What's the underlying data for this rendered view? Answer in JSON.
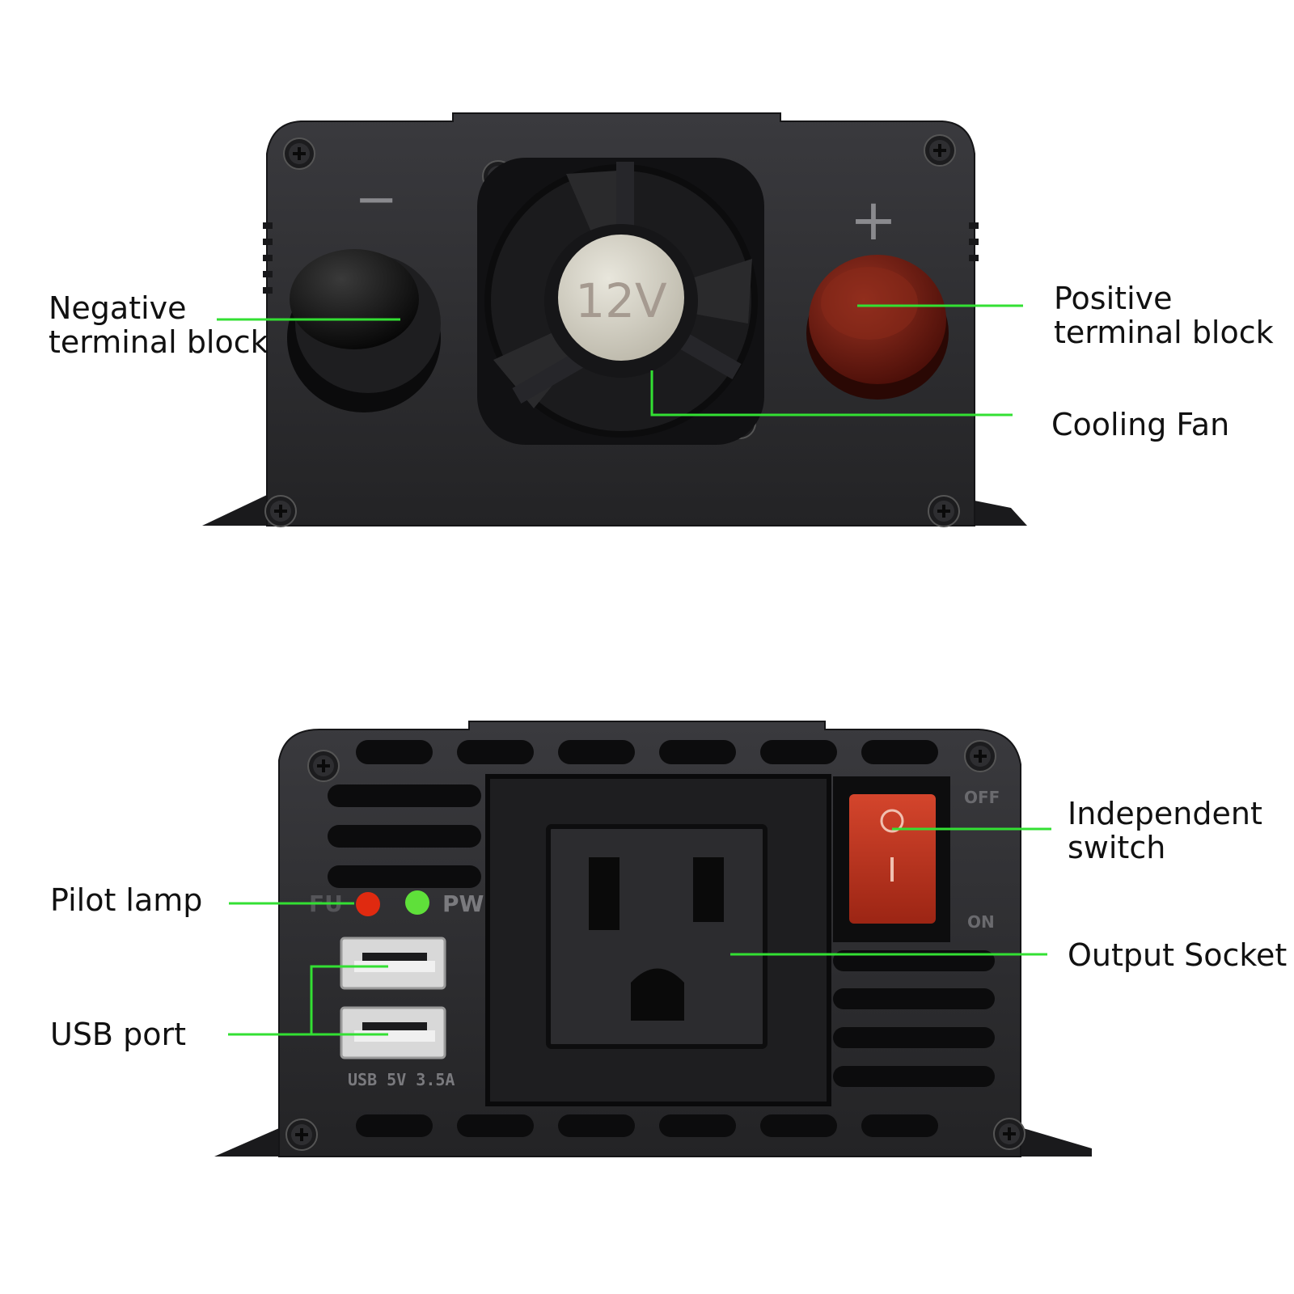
{
  "colors": {
    "leader_line": "#33e033",
    "housing": "#2b2b2e",
    "positive_cap": "#7a1d14",
    "negative_cap": "#141414",
    "switch_rocker": "#c0361f",
    "led_fault": "#e02a10",
    "led_power": "#5fe03a"
  },
  "top_view": {
    "minus_symbol": "−",
    "plus_symbol": "+",
    "fan_label": "12V",
    "callouts": {
      "negative_terminal": {
        "line1": "Negative",
        "line2": "terminal block"
      },
      "positive_terminal": {
        "line1": "Positive",
        "line2": "terminal block"
      },
      "cooling_fan": "Cooling Fan"
    }
  },
  "bottom_view": {
    "led_fault_label": "FU",
    "led_power_label": "PW",
    "usb_spec": "USB 5V 3.5A",
    "switch_off_label": "OFF",
    "switch_on_label": "ON",
    "callouts": {
      "pilot_lamp": "Pilot lamp",
      "usb_port": "USB port",
      "independent_switch": {
        "line1": "Independent",
        "line2": "switch"
      },
      "output_socket": "Output Socket"
    }
  },
  "icons": {
    "screw": "phillips-screw-icon",
    "socket": "nema-outlet-icon"
  }
}
